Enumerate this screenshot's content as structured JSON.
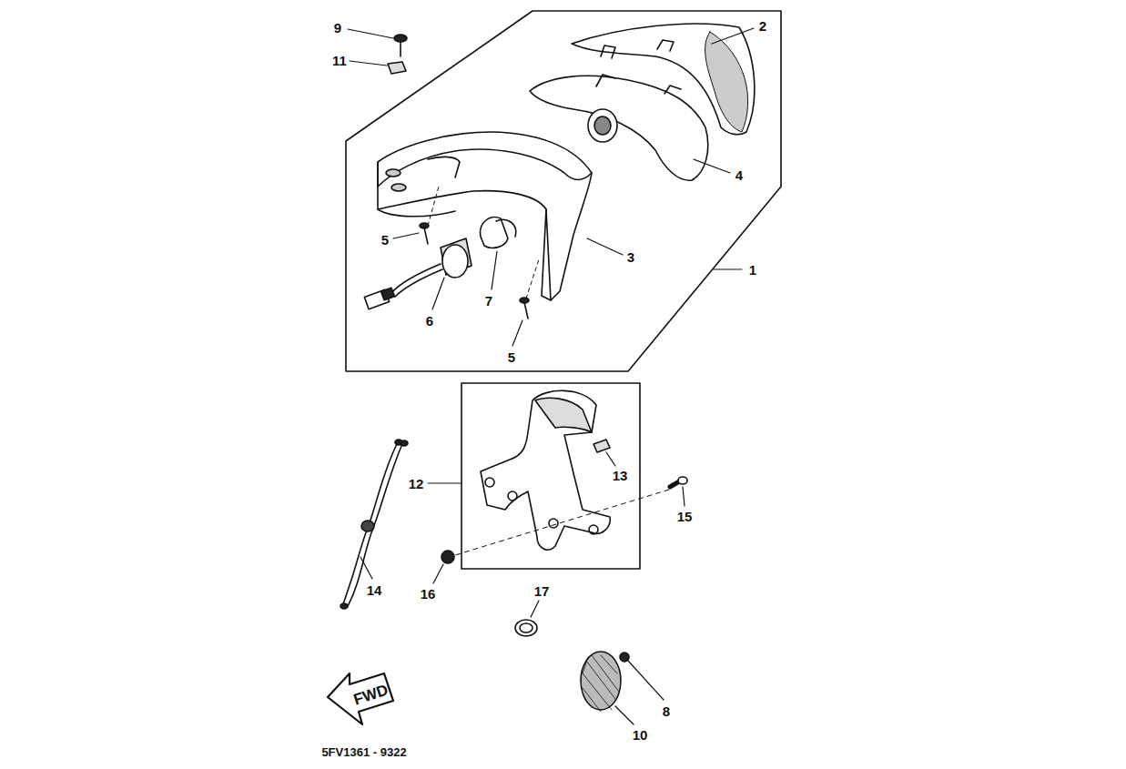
{
  "diagram": {
    "labels": [
      "9",
      "11",
      "2",
      "4",
      "5",
      "3",
      "1",
      "7",
      "6",
      "5",
      "12",
      "13",
      "15",
      "14",
      "16",
      "17",
      "8",
      "10",
      "FWD",
      "5FV1361 - 9322"
    ]
  }
}
